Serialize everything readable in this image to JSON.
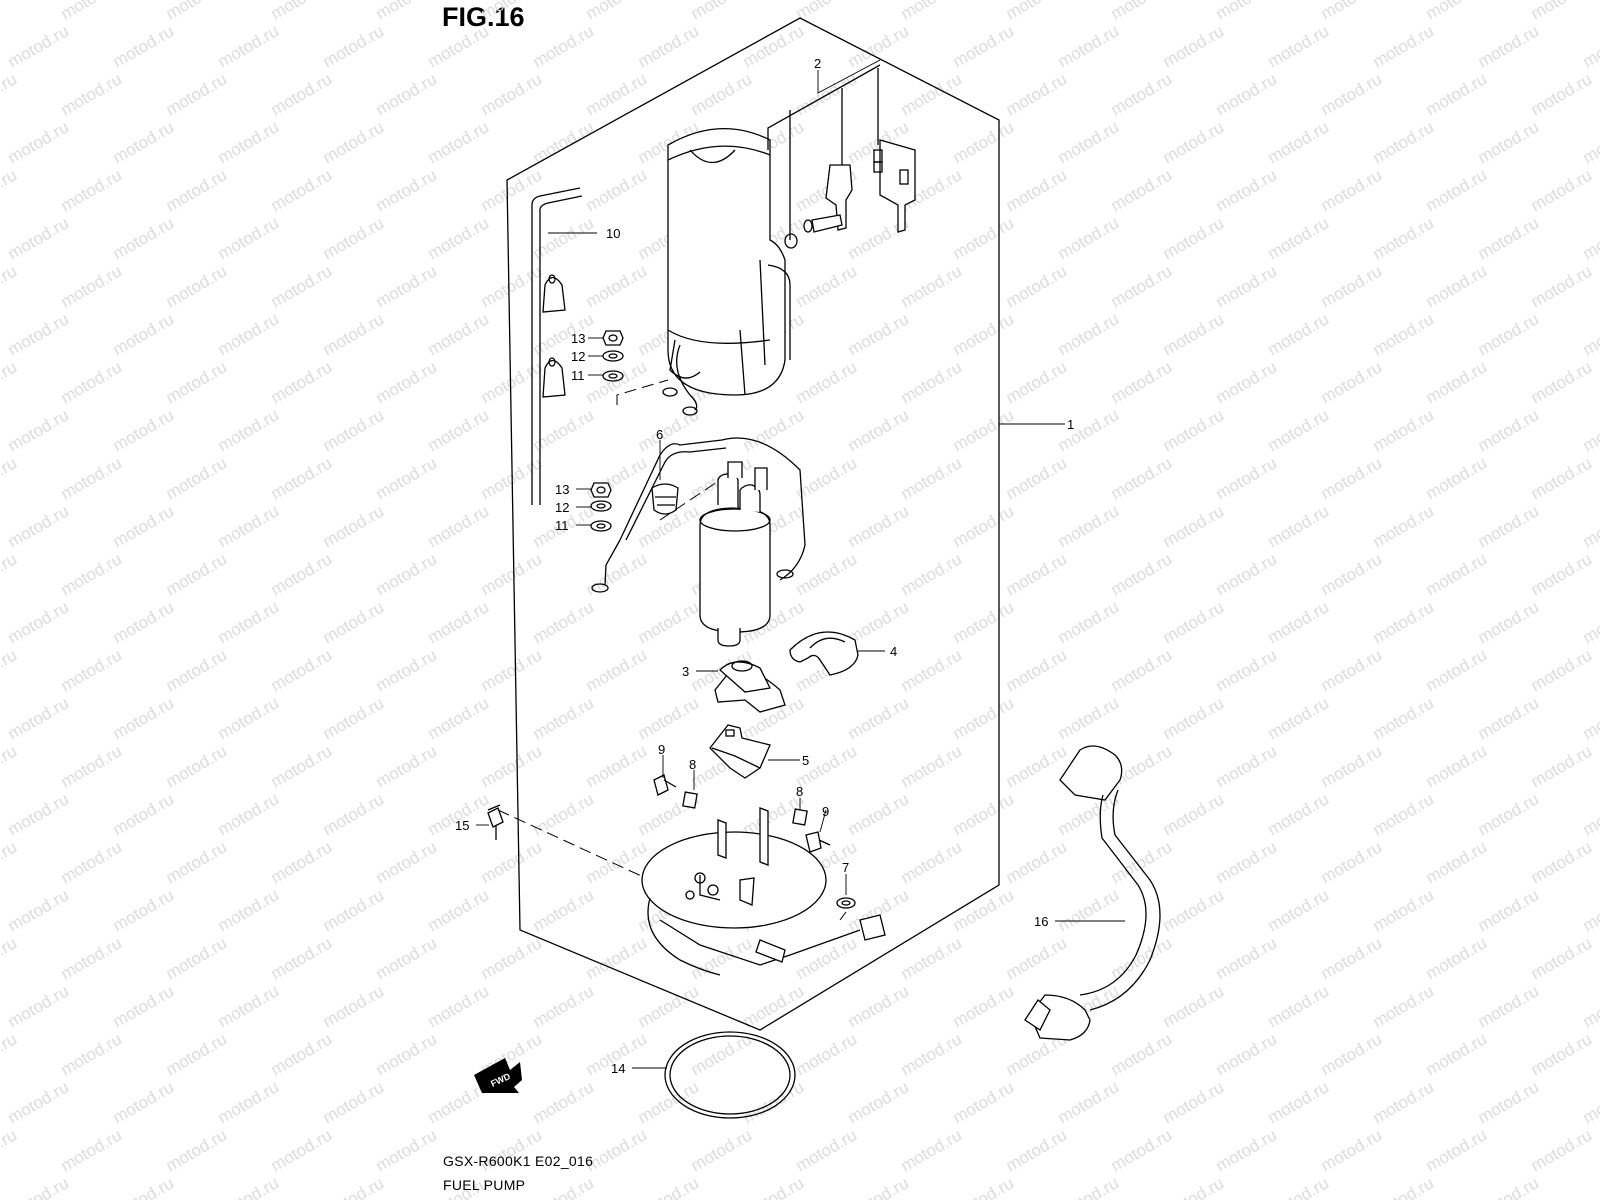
{
  "figure": {
    "title": "FIG.16",
    "model_code": "GSX-R600K1 E02_016",
    "caption": "FUEL PUMP",
    "watermark": "motod.ru",
    "direction_arrow": "FWD"
  },
  "callouts": [
    "1",
    "2",
    "3",
    "4",
    "5",
    "6",
    "7",
    "8",
    "8",
    "9",
    "9",
    "10",
    "11",
    "11",
    "12",
    "12",
    "13",
    "13",
    "14",
    "15",
    "16"
  ],
  "colors": {
    "line": "#000000",
    "watermark": "#dcdcdc",
    "background": "#ffffff"
  }
}
